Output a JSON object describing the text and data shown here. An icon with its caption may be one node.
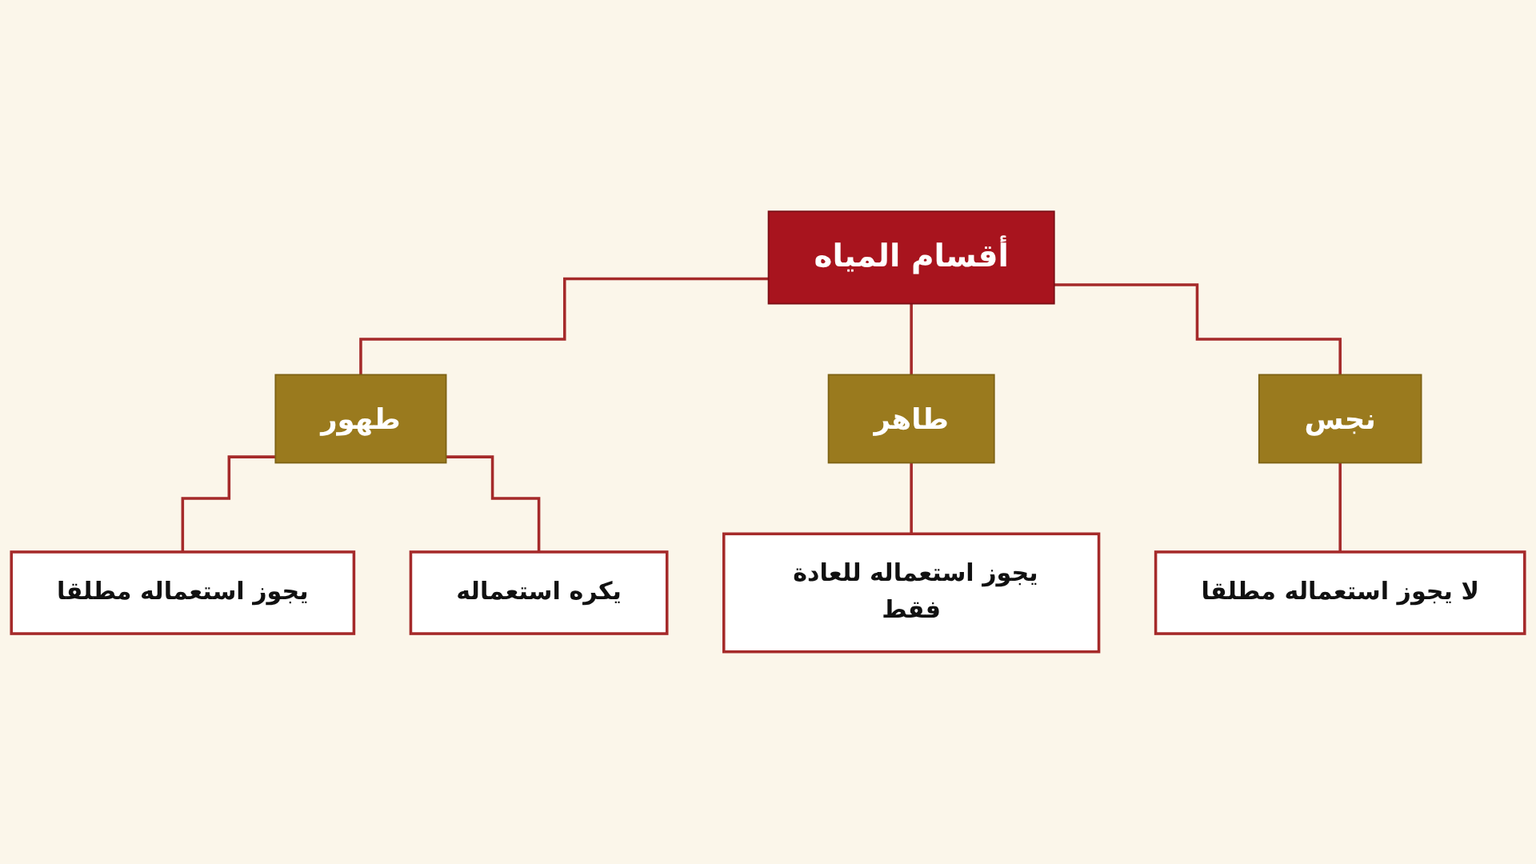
{
  "diagram": {
    "nodes": [
      {
        "text": [
          "أقسام المياه"
        ]
      },
      {
        "text": [
          "طهور"
        ]
      },
      {
        "text": [
          "طاهر"
        ]
      },
      {
        "text": [
          "نجس"
        ]
      },
      {
        "text": [
          "يجوز استعماله مطلقا"
        ]
      },
      {
        "text": [
          "يكره استعماله"
        ]
      },
      {
        "text": [
          "يجوز استعماله للعادة فقط"
        ]
      },
      {
        "text": [
          "لا يجوز استعماله مطلقا"
        ]
      }
    ],
    "edges": [
      {
        "from": 0,
        "to": 1,
        "arrow": "none"
      },
      {
        "from": 0,
        "to": 2,
        "arrow": "none"
      },
      {
        "from": 0,
        "to": 3,
        "arrow": "none"
      },
      {
        "from": 1,
        "to": 4,
        "arrow": "none"
      },
      {
        "from": 1,
        "to": 5,
        "arrow": "none"
      },
      {
        "from": 2,
        "to": 6,
        "arrow": "none"
      },
      {
        "from": 3,
        "to": 7,
        "arrow": "none"
      }
    ]
  }
}
